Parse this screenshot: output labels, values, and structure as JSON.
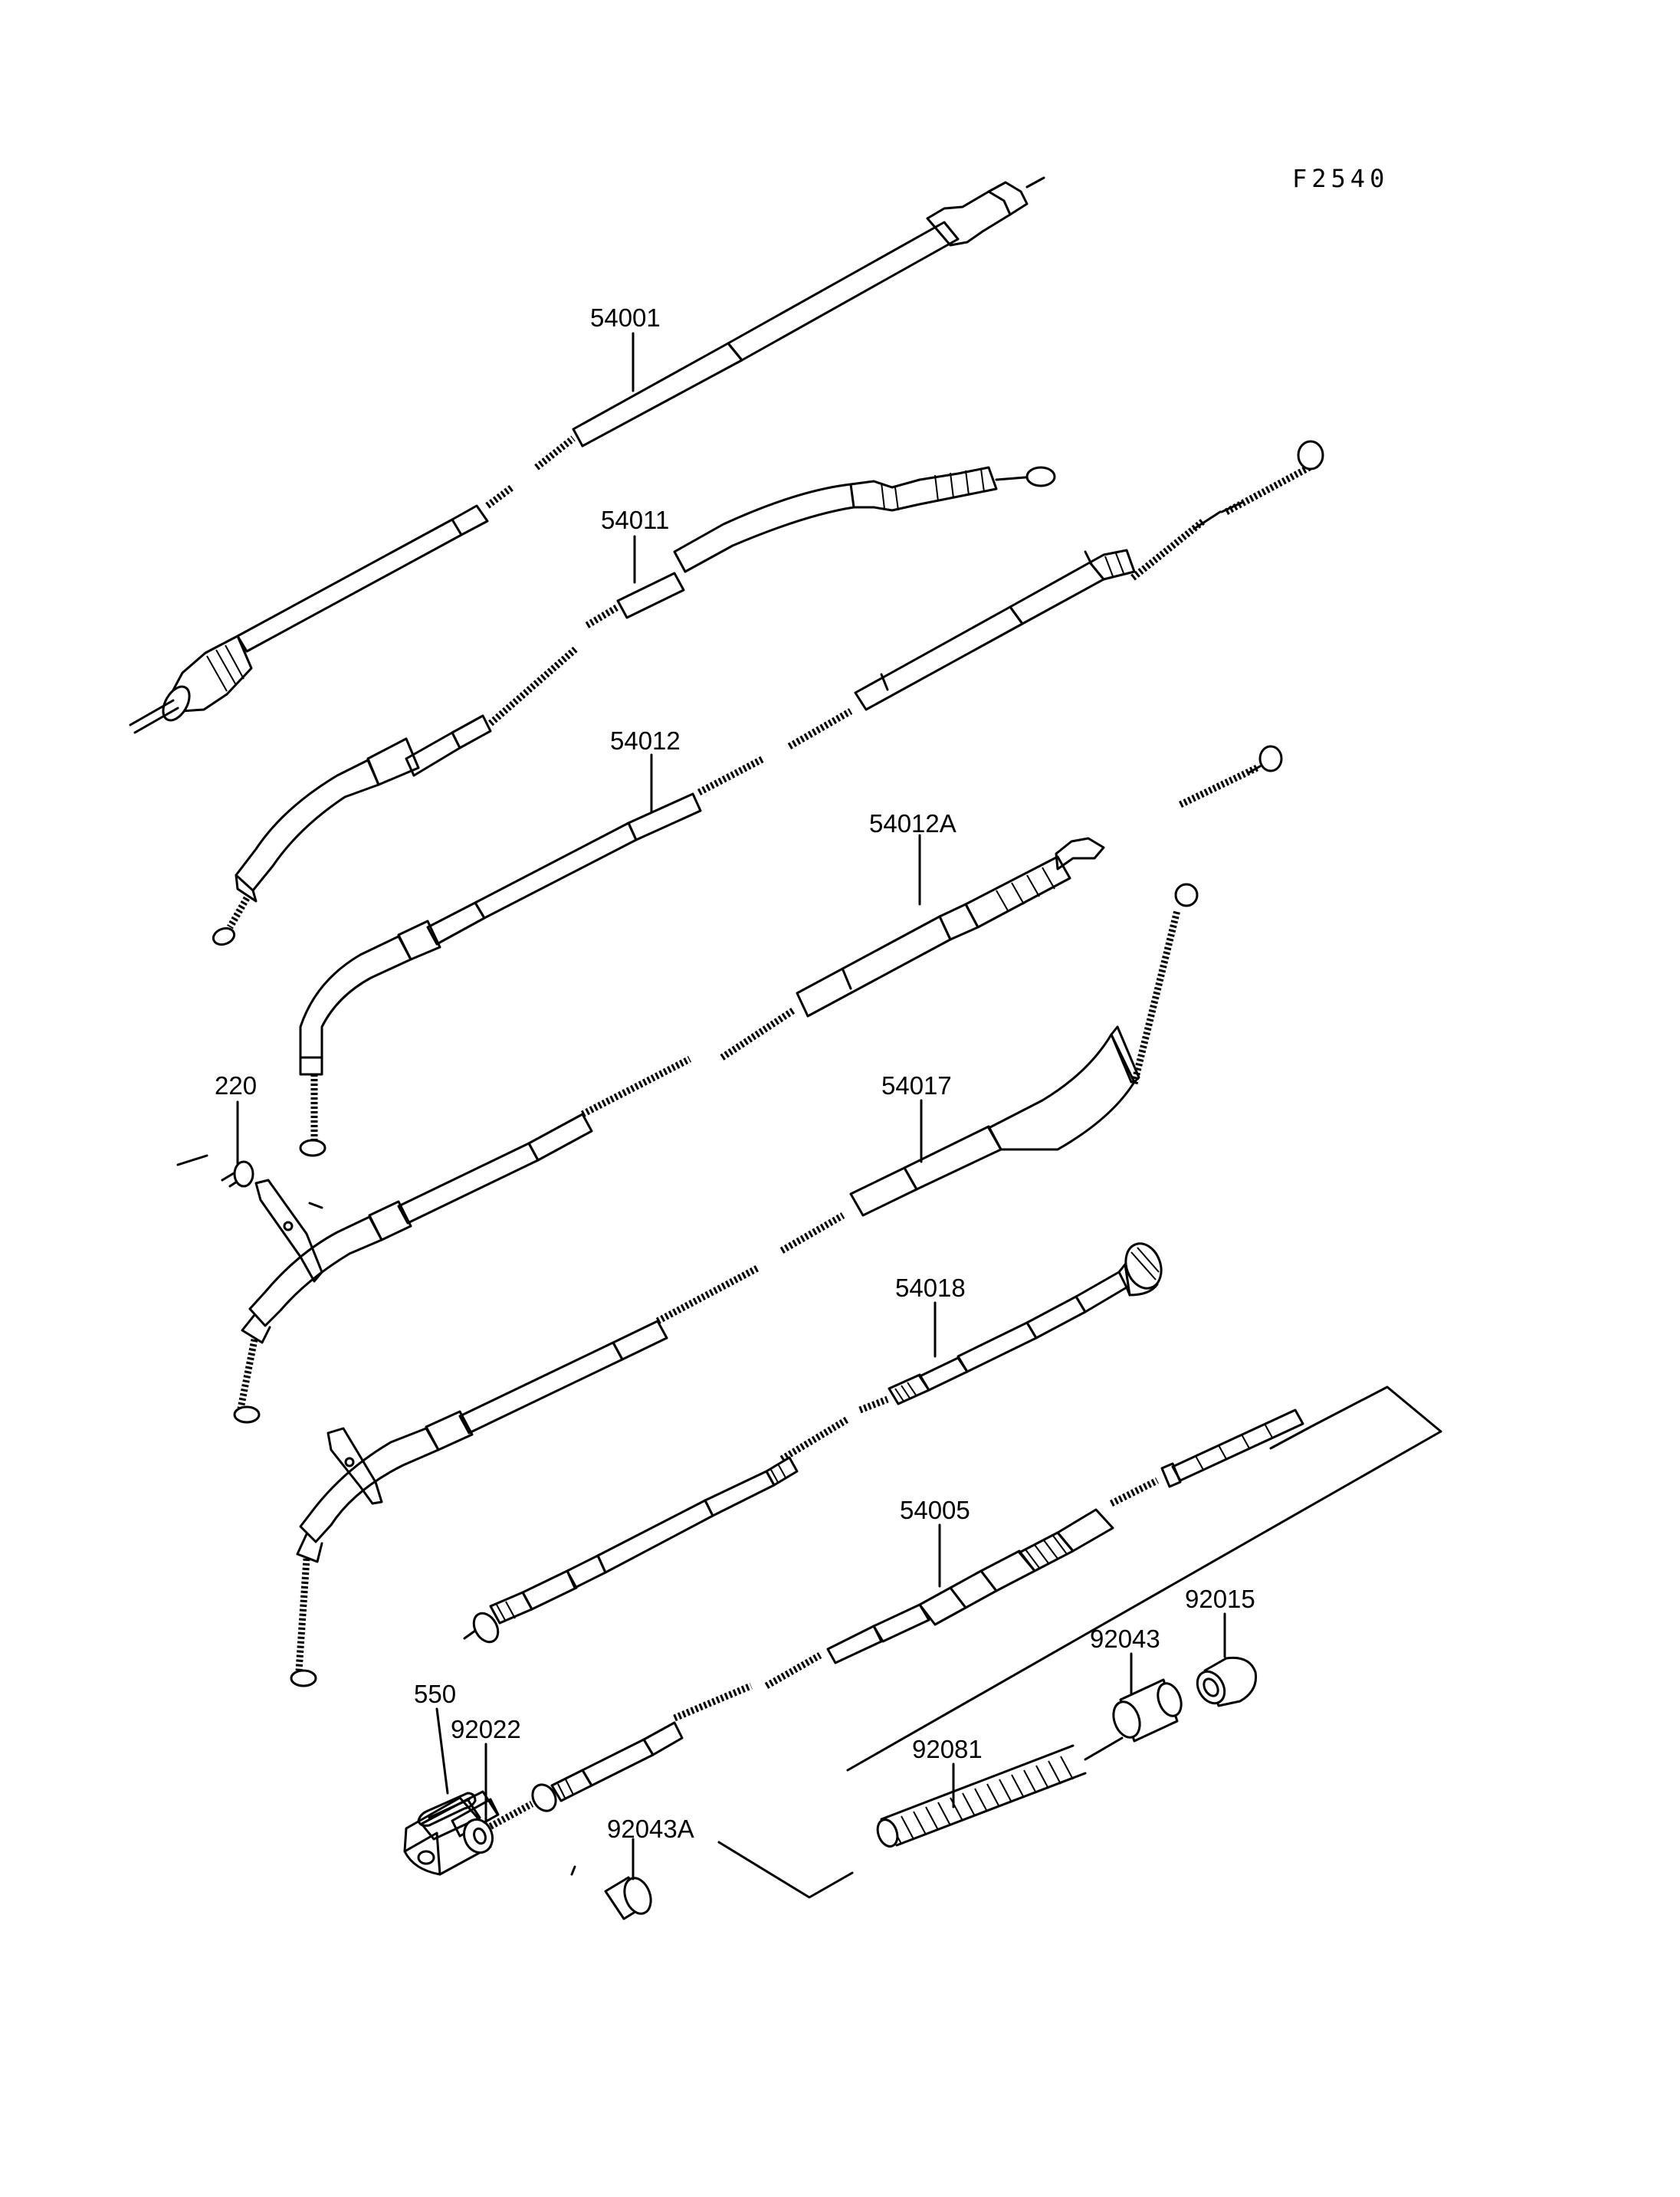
{
  "figure_code": "F2540",
  "parts": [
    {
      "id": "54001",
      "label": "54001"
    },
    {
      "id": "54011",
      "label": "54011"
    },
    {
      "id": "54012",
      "label": "54012"
    },
    {
      "id": "54012A",
      "label": "54012A"
    },
    {
      "id": "220",
      "label": "220"
    },
    {
      "id": "54017",
      "label": "54017"
    },
    {
      "id": "54018",
      "label": "54018"
    },
    {
      "id": "54005",
      "label": "54005"
    },
    {
      "id": "92015",
      "label": "92015"
    },
    {
      "id": "92043",
      "label": "92043"
    },
    {
      "id": "550",
      "label": "550"
    },
    {
      "id": "92022",
      "label": "92022"
    },
    {
      "id": "92081",
      "label": "92081"
    },
    {
      "id": "92043A",
      "label": "92043A"
    }
  ]
}
